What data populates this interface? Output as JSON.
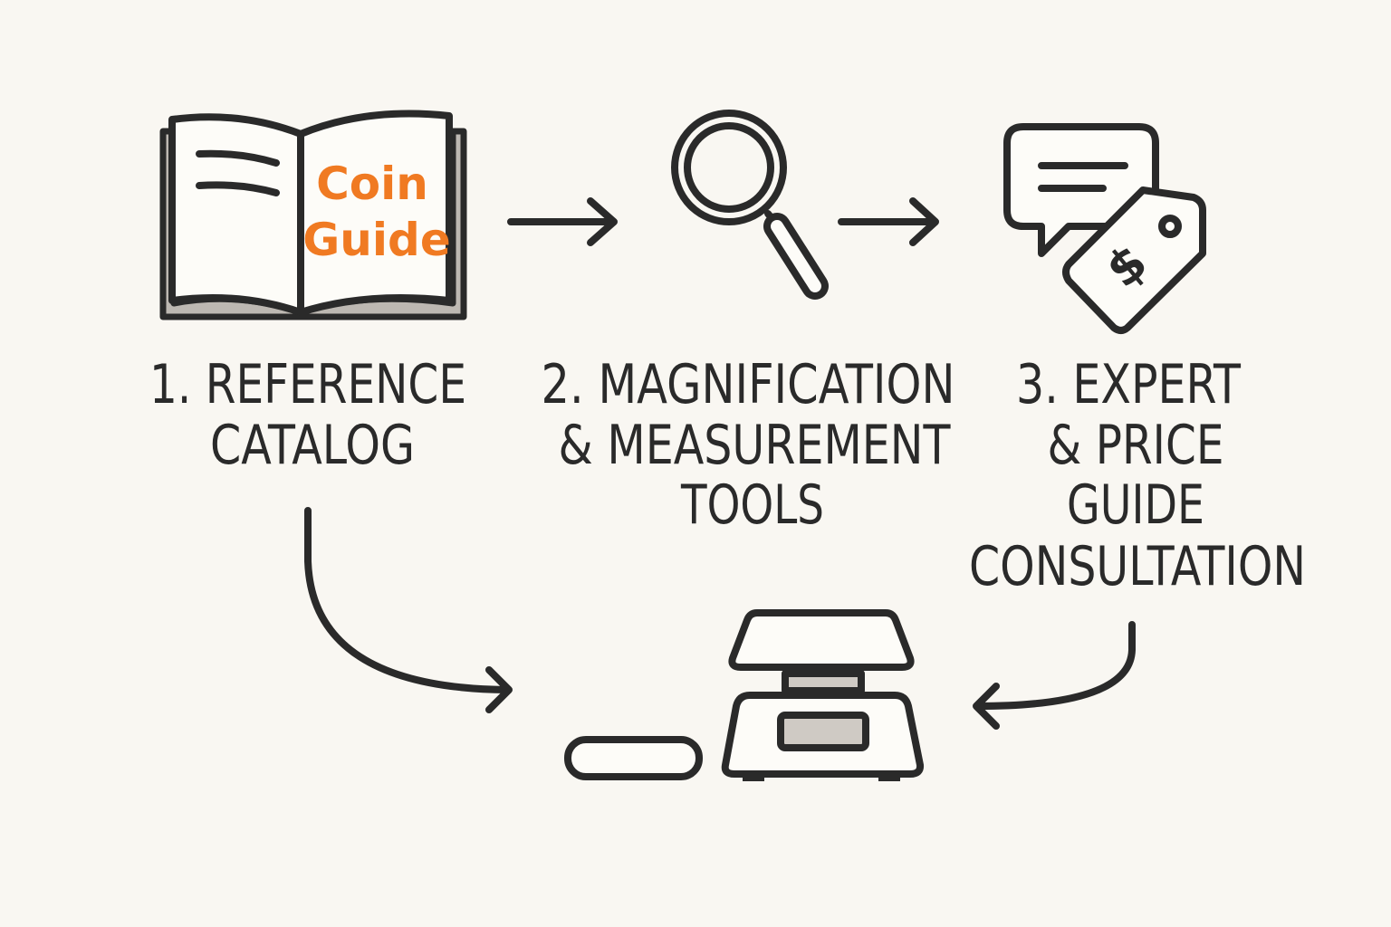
{
  "book": {
    "title_line1": "Coin",
    "title_line2": "Guide"
  },
  "steps": [
    {
      "lines": [
        "1. REFERENCE",
        "CATALOG"
      ]
    },
    {
      "lines": [
        "2. MAGNIFICATION",
        "& MEASUREMENT",
        "TOOLS"
      ]
    },
    {
      "lines": [
        "3. EXPERT",
        "& PRICE",
        "GUIDE",
        "CONSULTATION"
      ]
    }
  ],
  "price_tag": {
    "symbol": "$"
  },
  "colors": {
    "background": "#f9f7f2",
    "stroke": "#2a2a2a",
    "accent": "#f07a22",
    "fill_gray": "#cfcac4"
  }
}
